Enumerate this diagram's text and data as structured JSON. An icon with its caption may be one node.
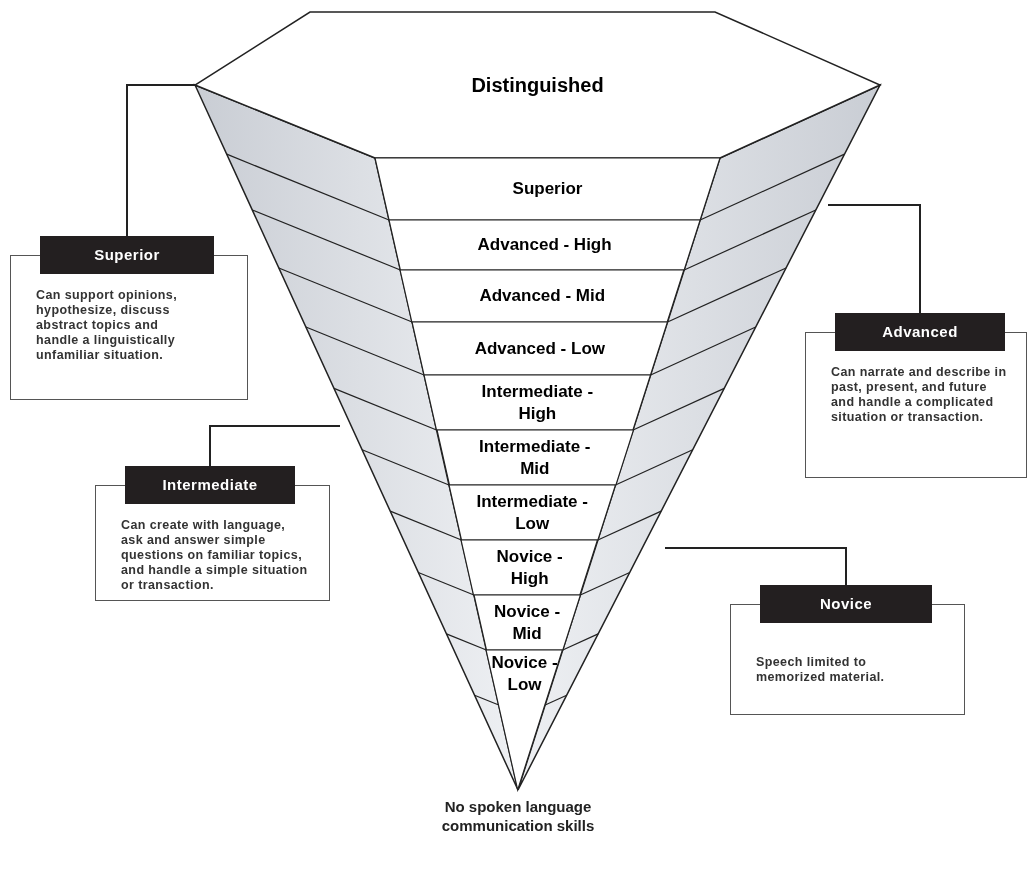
{
  "diagram": {
    "nodes": [
      {
        "text": [
          "Distinguished"
        ]
      },
      {
        "text": [
          "Superior"
        ]
      },
      {
        "text": [
          "Advanced - High"
        ]
      },
      {
        "text": [
          "Advanced - Mid"
        ]
      },
      {
        "text": [
          "Advanced - Low"
        ]
      },
      {
        "text": [
          "Intermediate - High"
        ]
      },
      {
        "text": [
          "Intermediate - Mid"
        ]
      },
      {
        "text": [
          "Intermediate - Low"
        ]
      },
      {
        "text": [
          "Novice - High"
        ]
      },
      {
        "text": [
          "Novice - Mid"
        ]
      },
      {
        "text": [
          "Novice - Low"
        ]
      },
      {
        "text": [
          "Superior",
          "Can support opinions, hypothesize, discuss abstract topics and handle a linguistically unfamiliar situation."
        ]
      },
      {
        "text": [
          "Advanced",
          "Can narrate and describe in past, present, and future and handle a complicated situation or transaction."
        ]
      },
      {
        "text": [
          "Intermediate",
          "Can create with language, ask and answer simple questions on familiar topics, and handle a simple situation or transaction."
        ]
      },
      {
        "text": [
          "Novice",
          "Speech limited to memorized material."
        ]
      }
    ],
    "edges": [
      {
        "from": 11,
        "to": 0,
        "arrow": "none"
      },
      {
        "from": 12,
        "to": null,
        "arrow": "none"
      },
      {
        "from": 13,
        "to": null,
        "arrow": "none"
      },
      {
        "from": 14,
        "to": null,
        "arrow": "none"
      }
    ],
    "labels": [
      "No spoken language communication skills"
    ]
  }
}
